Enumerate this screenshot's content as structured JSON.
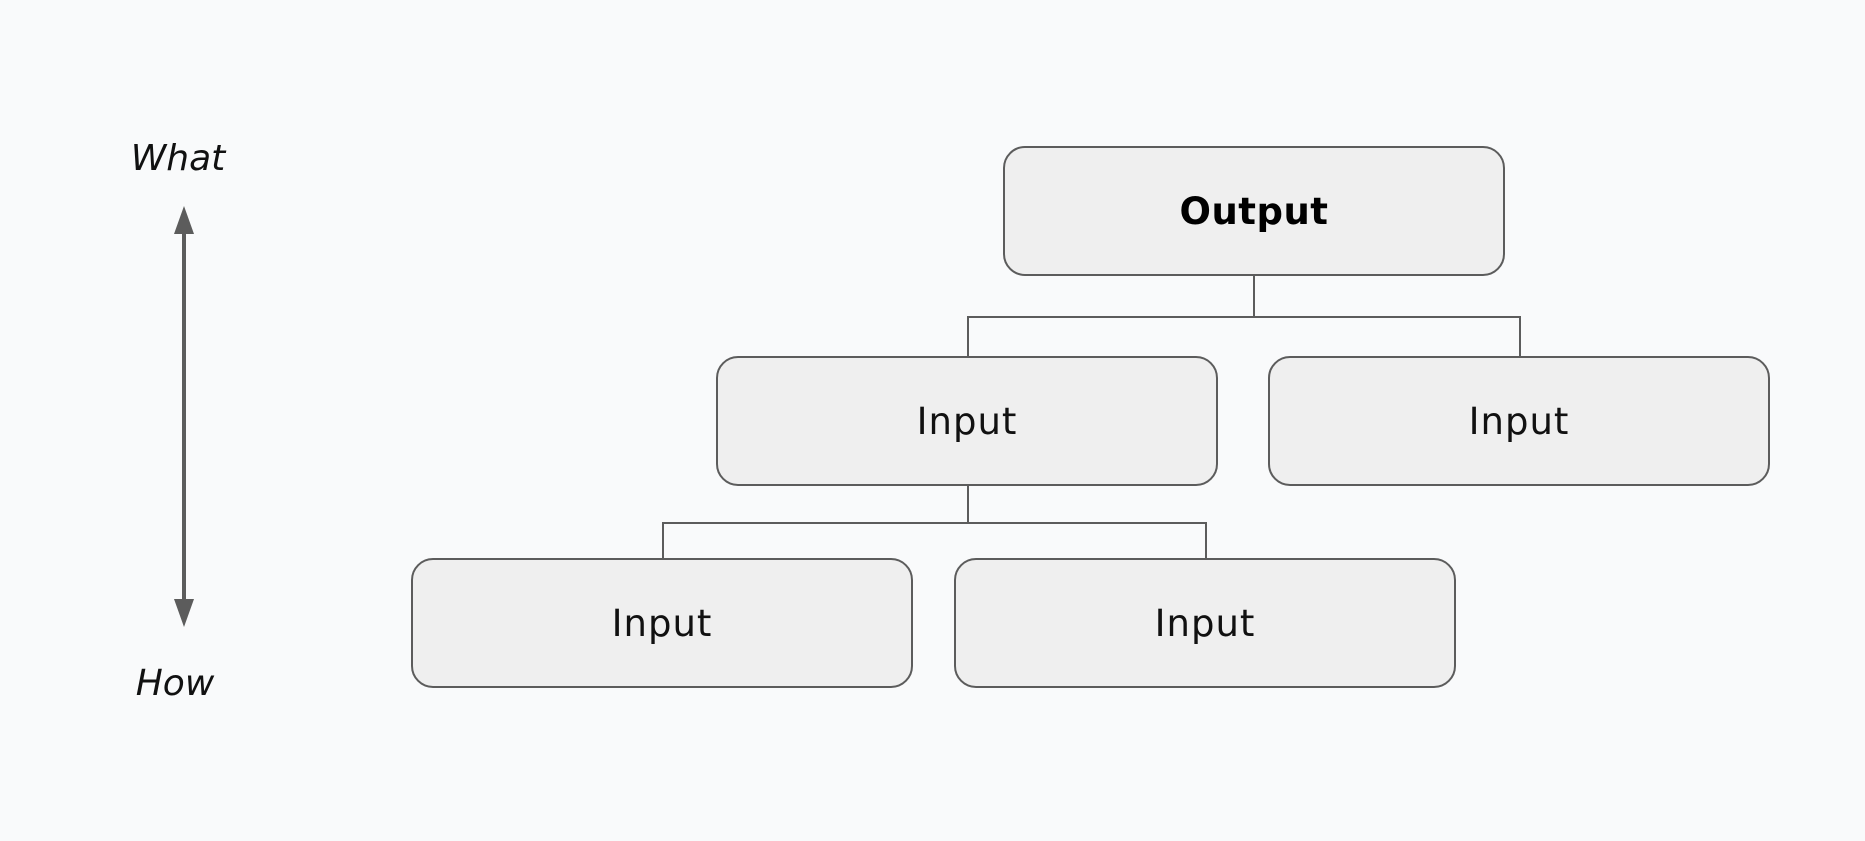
{
  "axis": {
    "top_label": "What",
    "bottom_label": "How"
  },
  "nodes": {
    "output": "Output",
    "input_1": "Input",
    "input_2": "Input",
    "input_3": "Input",
    "input_4": "Input"
  },
  "colors": {
    "background": "#f9fafb",
    "node_fill": "#efefef",
    "stroke": "#5c5c5c"
  }
}
